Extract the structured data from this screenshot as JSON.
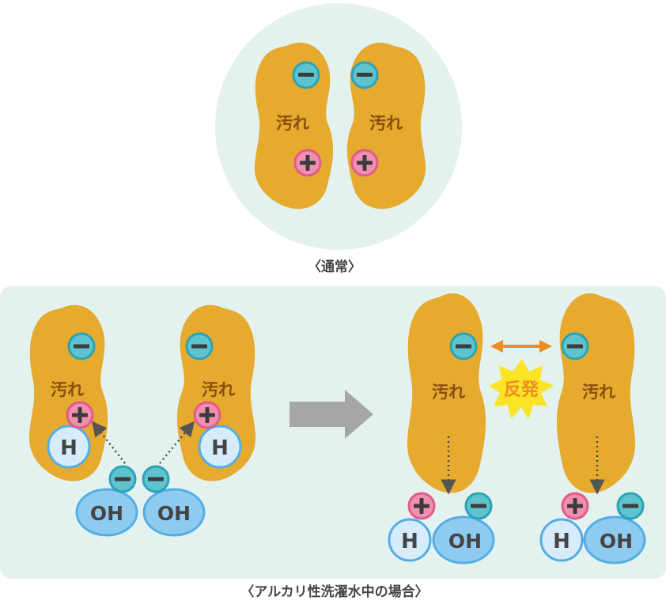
{
  "colors": {
    "circle_bg": "#e4f2ef",
    "panel_bg": "#e4f2ef",
    "dirt": "#e6aa2e",
    "dirt_text": "#8a4f10",
    "minus_fill": "#5fc3cf",
    "minus_ring": "#2aa3b4",
    "plus_fill": "#f18fb0",
    "plus_ring": "#e15c8c",
    "ion_fill": "#d6ecfa",
    "ion_ring": "#53aee4",
    "oh_fill": "#8fcbf0",
    "arrow_gray": "#a6a6a6",
    "repel_arrow": "#f08a24",
    "burst": "#fbe326",
    "burst_text": "#f08a24"
  },
  "labels": {
    "dirt": "汚れ",
    "minus": "−",
    "plus": "+",
    "h": "H",
    "oh": "OH",
    "repel": "反発"
  },
  "captions": {
    "normal": "〈通常〉",
    "alkaline": "〈アルカリ性洗濯水中の場合〉"
  }
}
